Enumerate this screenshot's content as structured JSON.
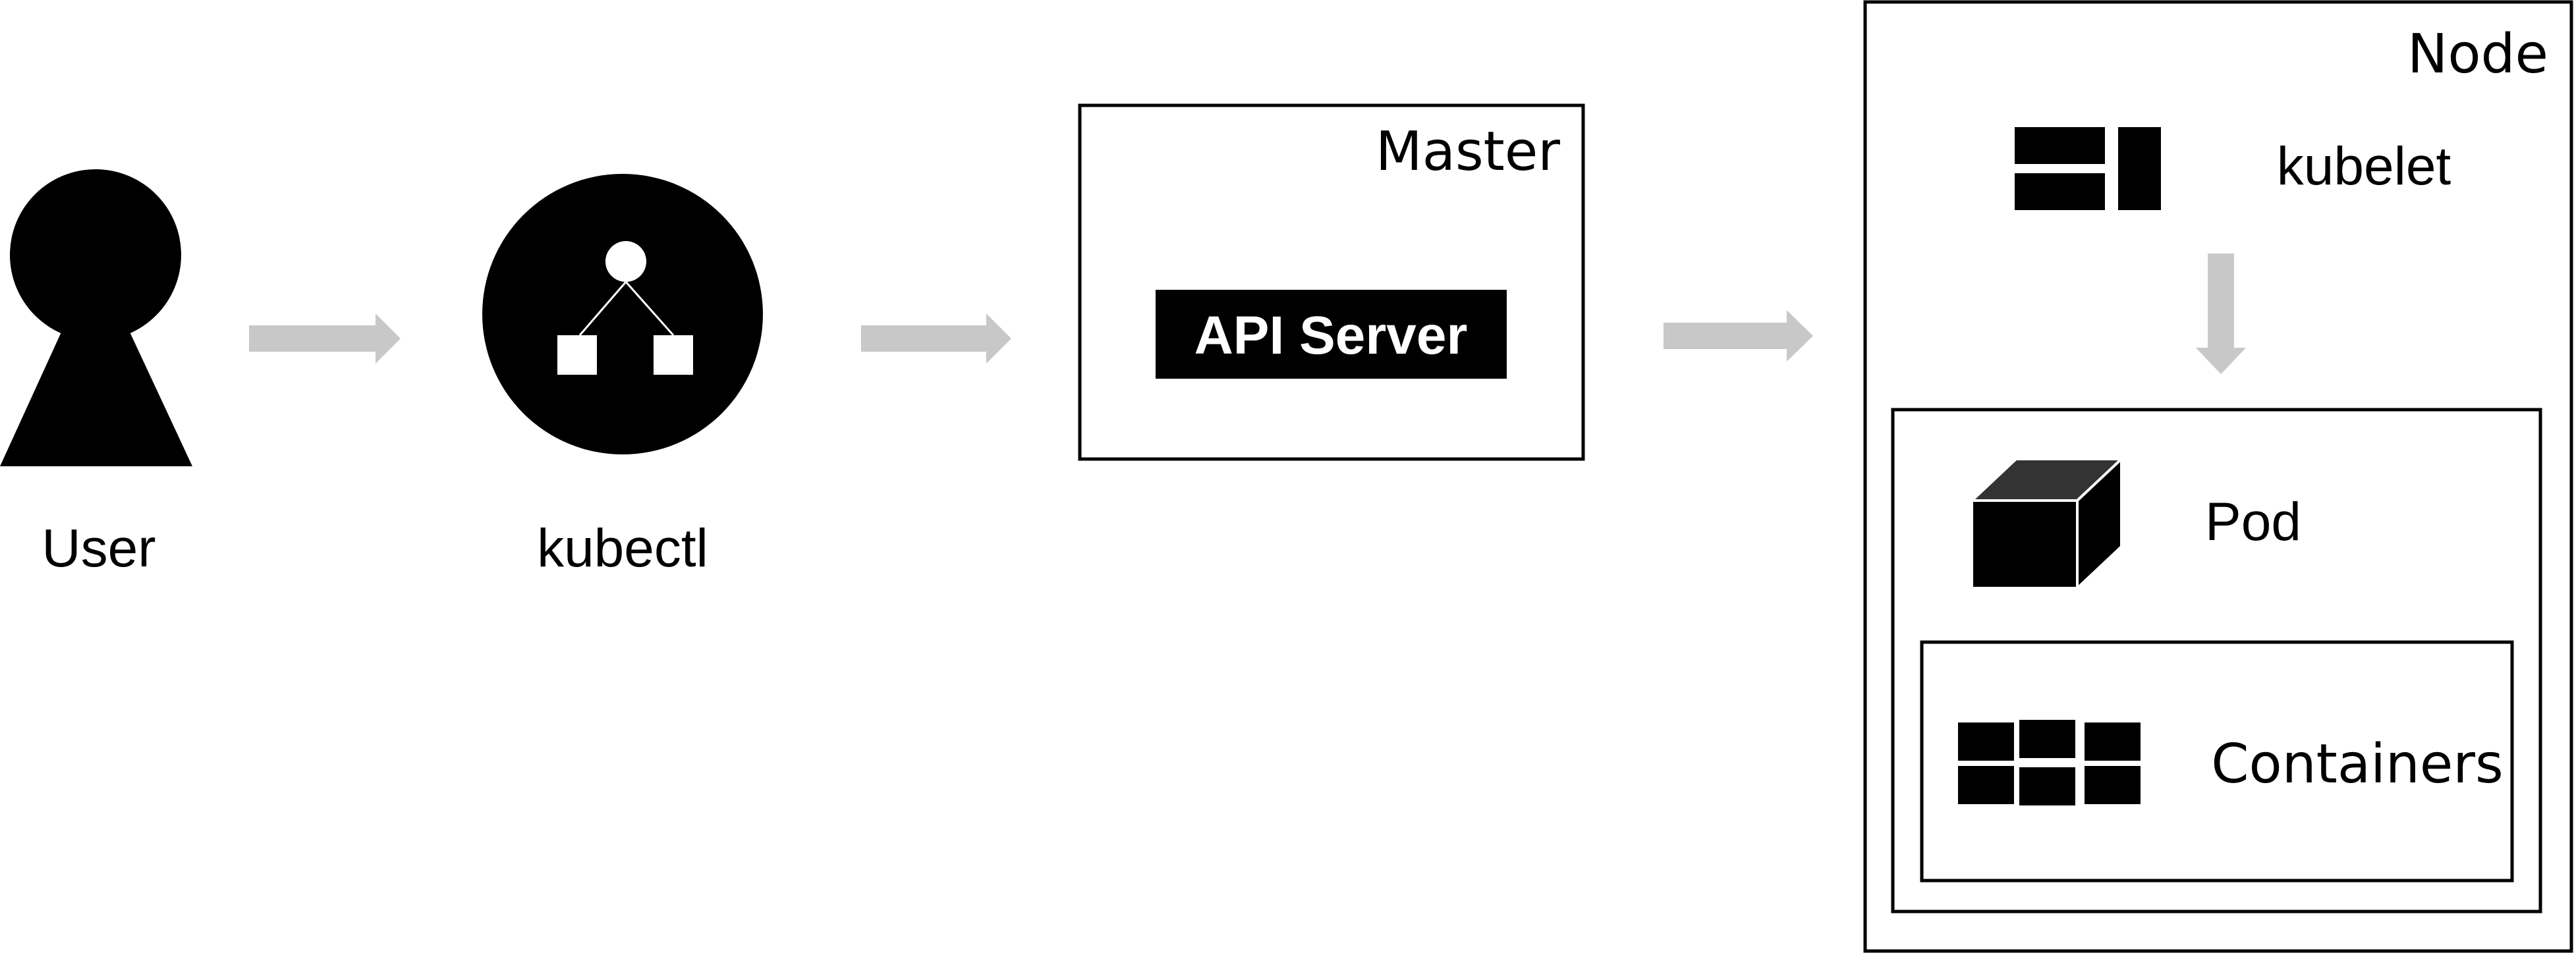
{
  "colors": {
    "ink": "#000000",
    "arrow": "#c8c8c8",
    "paper": "#ffffff",
    "cube_top": "#333333"
  },
  "icons": {
    "user": "user-icon",
    "kubectl": "kubectl-hierarchy-icon",
    "kubelet": "kubelet-blocks-icon",
    "pod": "pod-cube-icon",
    "containers": "containers-grid-icon"
  },
  "labels": {
    "user": "User",
    "kubectl": "kubectl",
    "master": "Master",
    "api_server": "API Server",
    "node": "Node",
    "kubelet": "kubelet",
    "pod": "Pod",
    "containers": "Containers"
  }
}
